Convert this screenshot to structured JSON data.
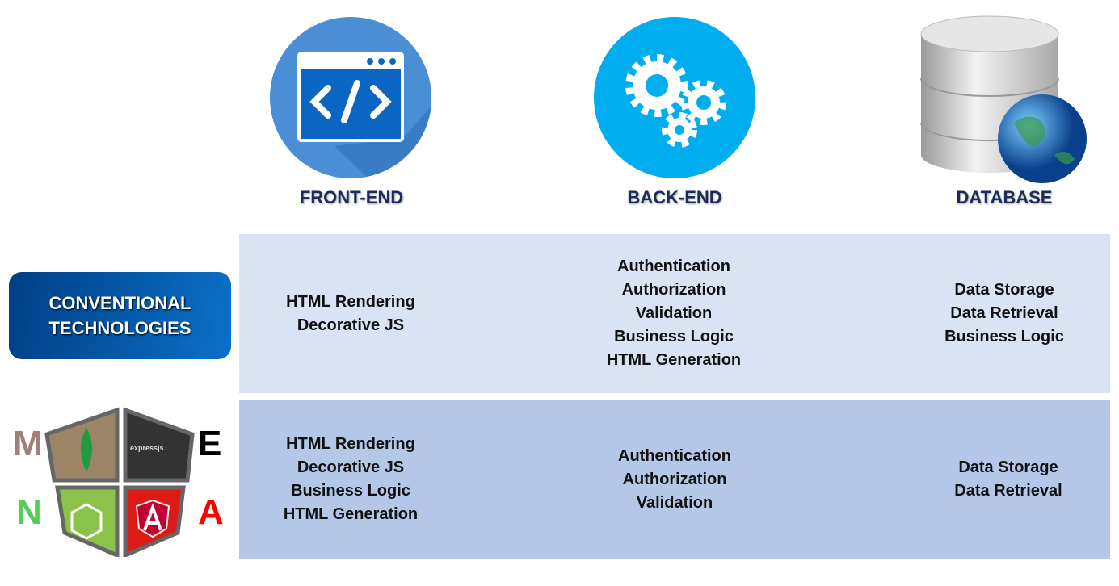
{
  "columns": [
    {
      "title": "FRONT-END",
      "icon": "code-window-icon"
    },
    {
      "title": "BACK-END",
      "icon": "gears-icon"
    },
    {
      "title": "DATABASE",
      "icon": "database-globe-icon"
    }
  ],
  "rows": [
    {
      "label_lines": [
        "CONVENTIONAL",
        "TECHNOLOGIES"
      ],
      "cells": [
        [
          "HTML Rendering",
          "Decorative JS"
        ],
        [
          "Authentication",
          "Authorization",
          "Validation",
          "Business Logic",
          "HTML Generation"
        ],
        [
          "Data Storage",
          "Data Retrieval",
          "Business Logic"
        ]
      ]
    },
    {
      "label_logo": {
        "letters": [
          "M",
          "E",
          "N",
          "A"
        ],
        "express_text": "express|s"
      },
      "cells": [
        [
          "HTML Rendering",
          "Decorative JS",
          "Business Logic",
          "HTML Generation"
        ],
        [
          "Authentication",
          "Authorization",
          "Validation"
        ],
        [
          "Data Storage",
          "Data Retrieval"
        ]
      ]
    }
  ],
  "colors": {
    "row1": "#dae3f3",
    "row2": "#b4c7e7",
    "frontend": "#4a8fd6",
    "backend": "#00aeef"
  }
}
